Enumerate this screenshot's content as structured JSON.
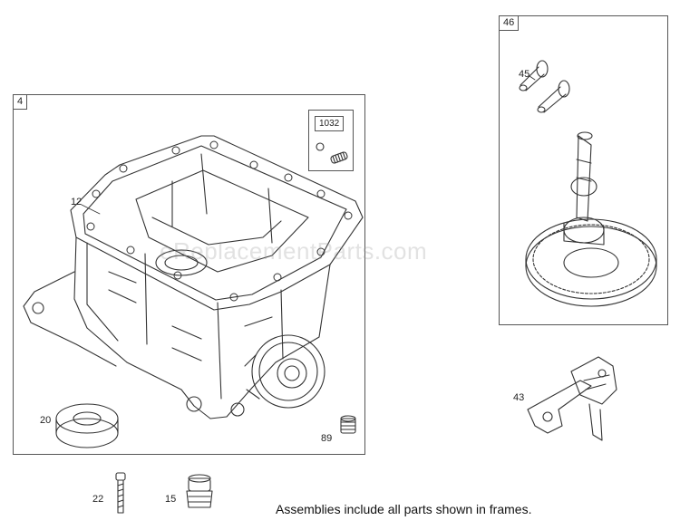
{
  "frames": {
    "sump": {
      "tag": "4"
    },
    "seal_kit": {
      "tag": "1032"
    },
    "camshaft": {
      "tag": "46"
    }
  },
  "callouts": {
    "c12": "12",
    "c20": "20",
    "c89": "89",
    "c45": "45",
    "c43": "43",
    "c22": "22",
    "c15": "15"
  },
  "footnote": "Assemblies include all parts shown in frames.",
  "watermark": "eReplacementParts.com"
}
